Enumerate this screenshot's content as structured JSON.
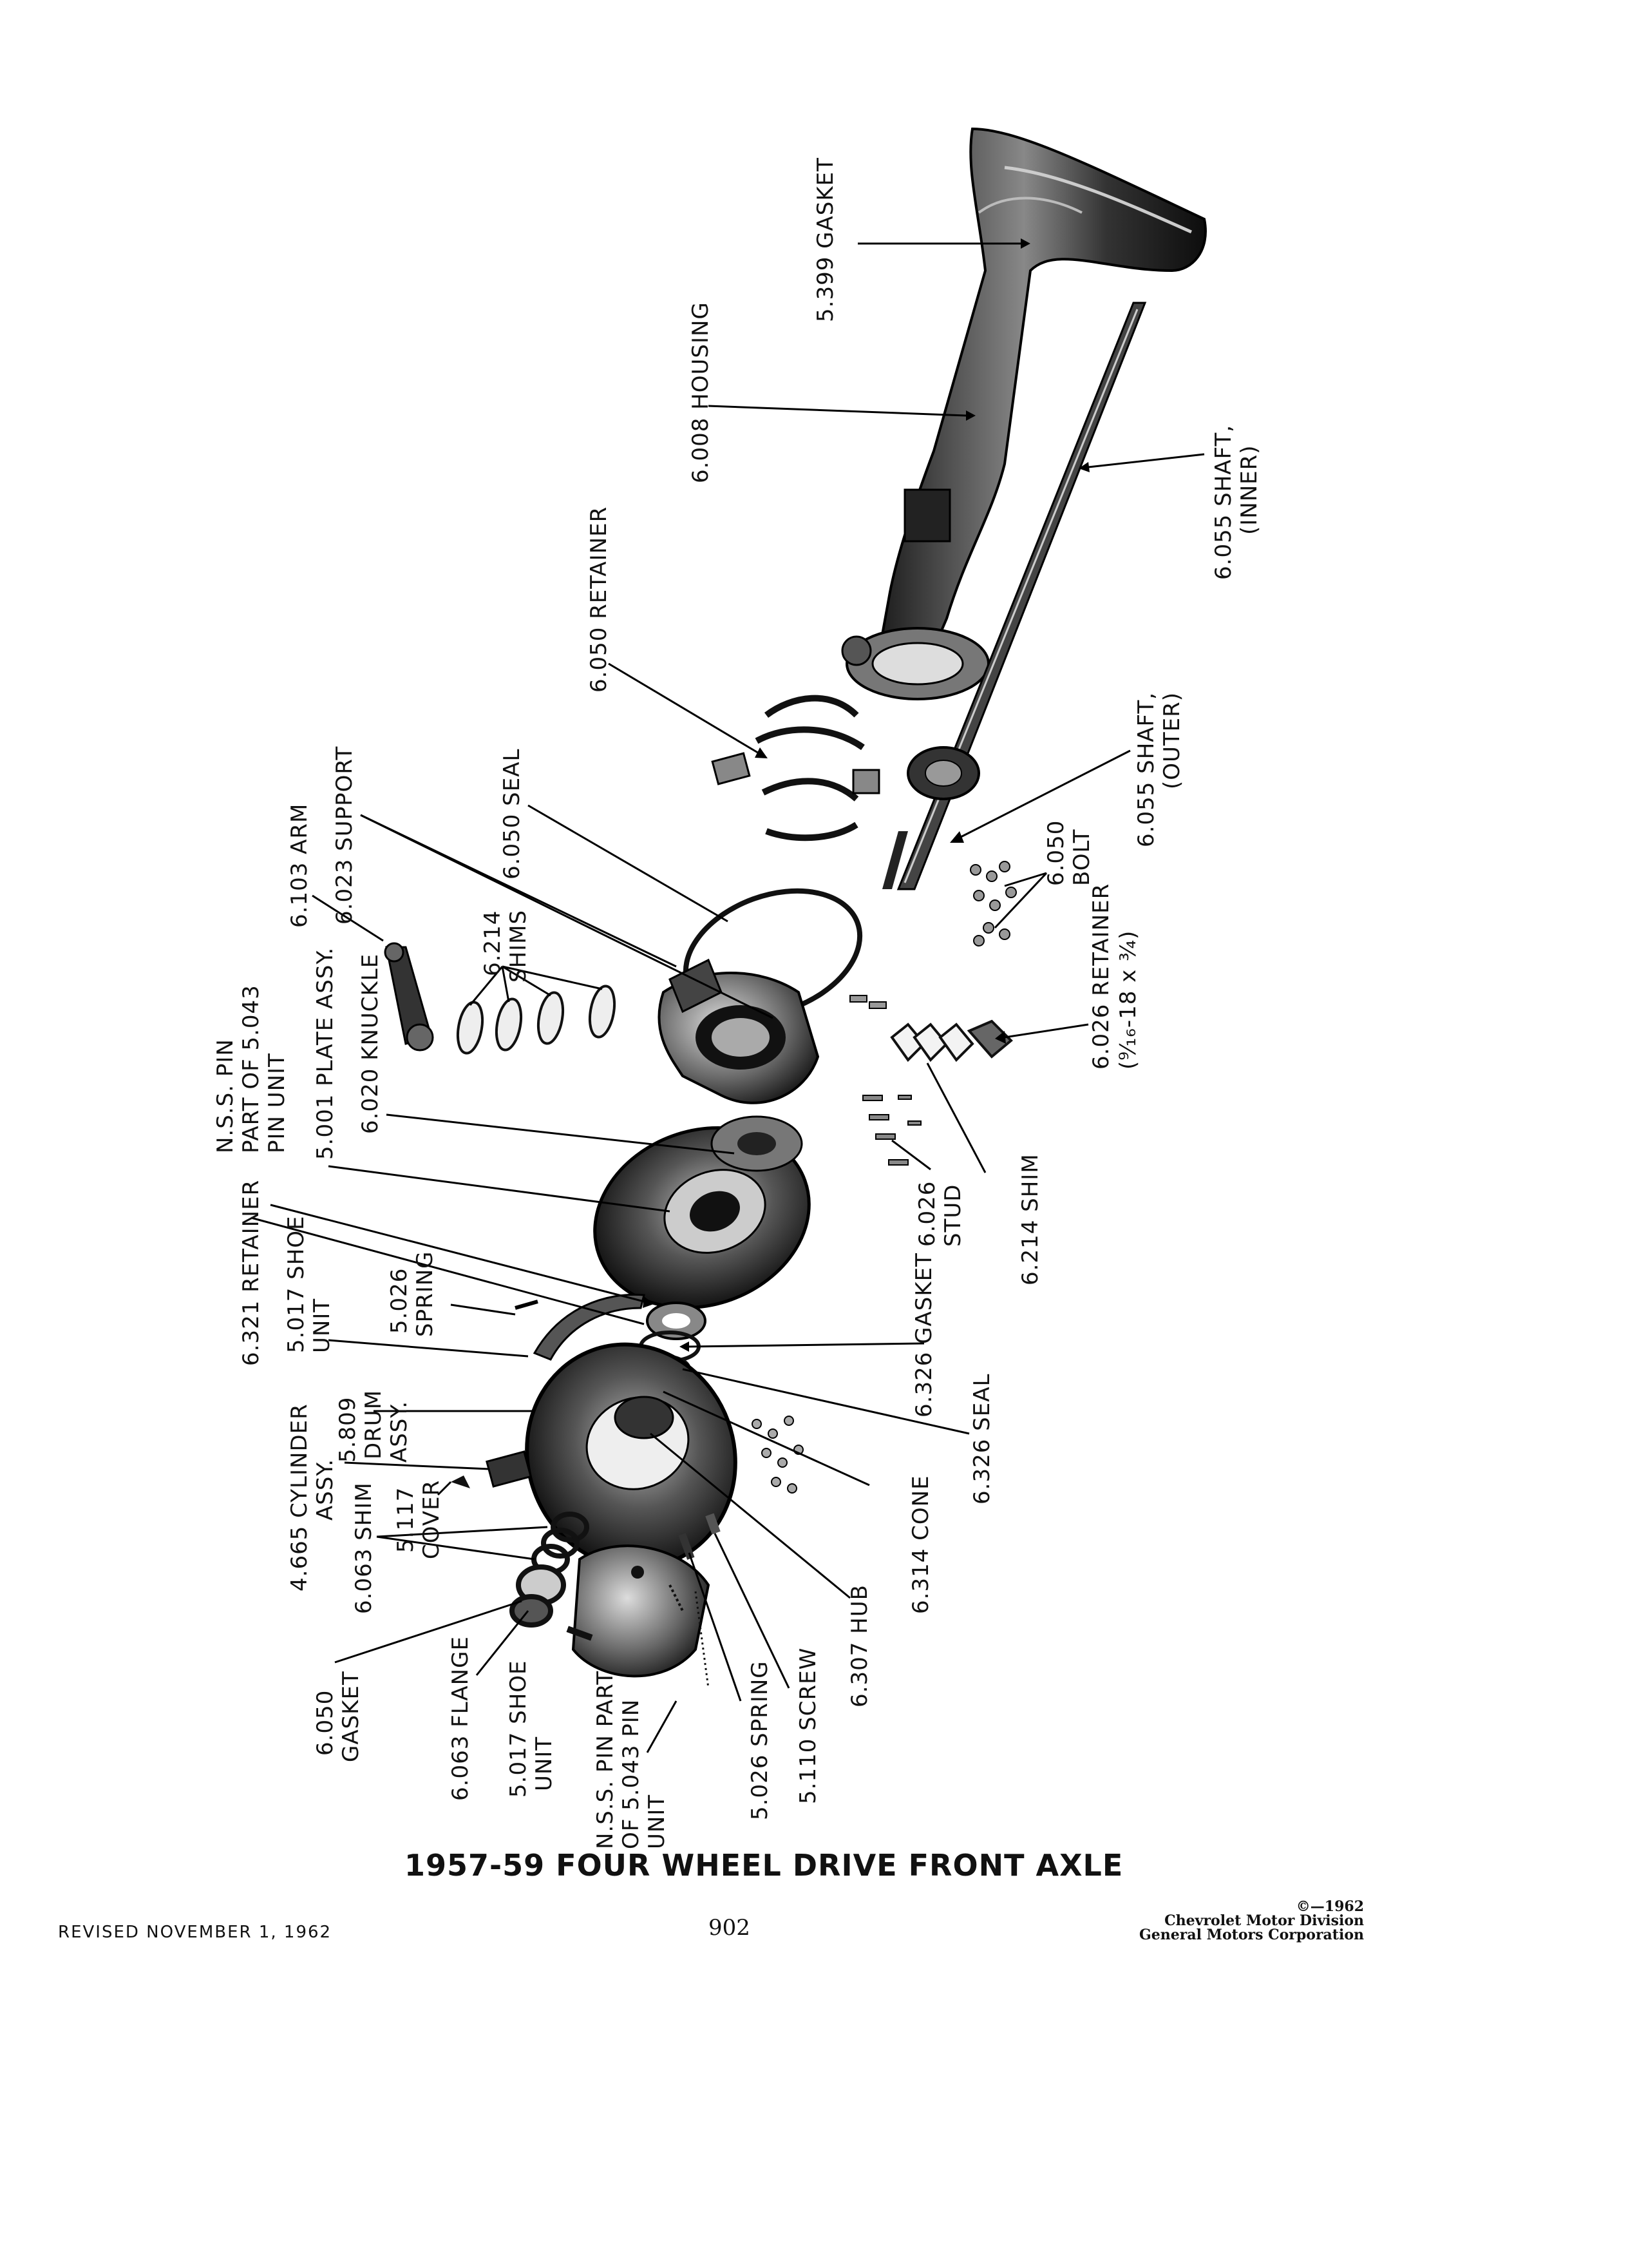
{
  "title": "1957-59 FOUR WHEEL DRIVE FRONT AXLE",
  "footer": {
    "revised": "REVISED NOVEMBER 1, 1962",
    "page_number": "902",
    "copyright": "©—1962",
    "division": "Chevrolet Motor Division",
    "corporation": "General Motors Corporation"
  },
  "labels": {
    "gasket_5399": "5.399 GASKET",
    "housing_6008": "6.008 HOUSING",
    "shaft_inner_1": "6.055 SHAFT,",
    "shaft_inner_2": "(INNER)",
    "retainer_6050": "6.050 RETAINER",
    "shaft_outer_1": "6.055 SHAFT,",
    "shaft_outer_2": "(OUTER)",
    "seal_6050": "6.050 SEAL",
    "support_6023": "6.023 SUPPORT",
    "arm_6103": "6.103 ARM",
    "bolt_6050_1": "6.050",
    "bolt_6050_2": "BOLT",
    "shims_6214_1": "6.214",
    "shims_6214_2": "SHIMS",
    "retainer_6026_1": "6.026 RETAINER",
    "retainer_6026_2": "(⁹⁄₁₆-18 x ¾)",
    "knuckle_6020": "6.020 KNUCKLE",
    "plate_5001": "5.001 PLATE ASSY.",
    "nss_pin_1": "N.S.S. PIN",
    "nss_pin_2": "PART OF 5.043",
    "nss_pin_3": "PIN UNIT",
    "stud_6026_1": "6.026",
    "stud_6026_2": "STUD",
    "shim_6214": "6.214 SHIM",
    "retainer_6321": "6.321 RETAINER",
    "shoe_5017_1": "5.017 SHOE",
    "shoe_5017_2": "UNIT",
    "spring_5026_1": "5.026",
    "spring_5026_2": "SPRING",
    "gasket_6326": "6.326 GASKET",
    "seal_6326": "6.326 SEAL",
    "drum_5809_1": "5.809",
    "drum_5809_2": "DRUM",
    "drum_5809_3": "ASSY.",
    "cylinder_4665_1": "4.665 CYLINDER",
    "cylinder_4665_2": "ASSY.",
    "cover_5117_1": "5.117",
    "cover_5117_2": "COVER",
    "shim_6063": "6.063 SHIM",
    "cone_6314": "6.314 CONE",
    "hub_6307": "6.307 HUB",
    "gasket_6050_1": "6.050",
    "gasket_6050_2": "GASKET",
    "flange_6063": "6.063 FLANGE",
    "shoe_5017b_1": "5.017 SHOE",
    "shoe_5017b_2": "UNIT",
    "nss_pin_b_1": "N.S.S. PIN PART",
    "nss_pin_b_2": "OF 5.043 PIN",
    "nss_pin_b_3": "UNIT",
    "spring_5026b": "5.026 SPRING",
    "screw_5110": "5.110 SCREW"
  }
}
